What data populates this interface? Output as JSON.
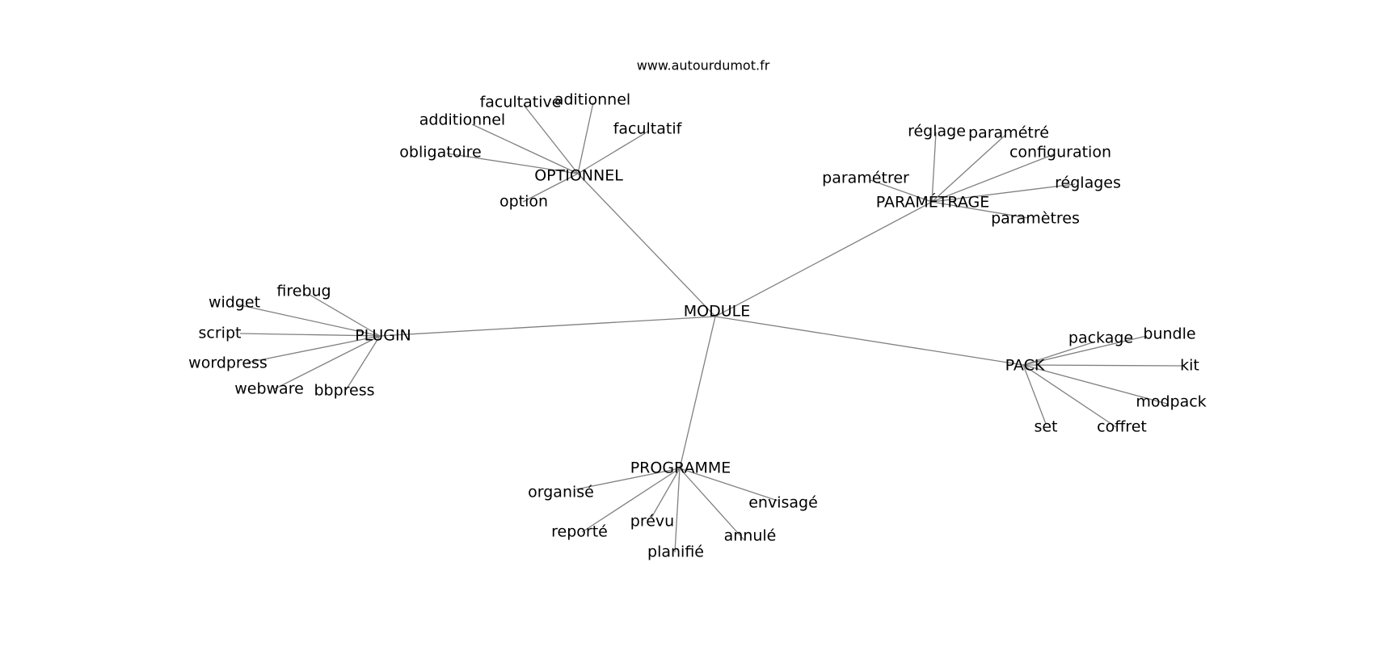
{
  "credit": "www.autourdumot.fr",
  "root": "MODULE",
  "hubs": [
    {
      "id": "optionnel",
      "label": "OPTIONNEL",
      "leaves": [
        "facultative",
        "aditionnel",
        "additionnel",
        "facultatif",
        "obligatoire",
        "option"
      ]
    },
    {
      "id": "parametrage",
      "label": "PARAMÉTRAGE",
      "leaves": [
        "réglage",
        "paramétré",
        "configuration",
        "paramétrer",
        "réglages",
        "paramètres"
      ]
    },
    {
      "id": "plugin",
      "label": "PLUGIN",
      "leaves": [
        "firebug",
        "widget",
        "script",
        "wordpress",
        "webware",
        "bbpress"
      ]
    },
    {
      "id": "pack",
      "label": "PACK",
      "leaves": [
        "package",
        "bundle",
        "kit",
        "modpack",
        "set",
        "coffret"
      ]
    },
    {
      "id": "programme",
      "label": "PROGRAMME",
      "leaves": [
        "organisé",
        "envisagé",
        "prévu",
        "reporté",
        "annulé",
        "planifié"
      ]
    }
  ]
}
